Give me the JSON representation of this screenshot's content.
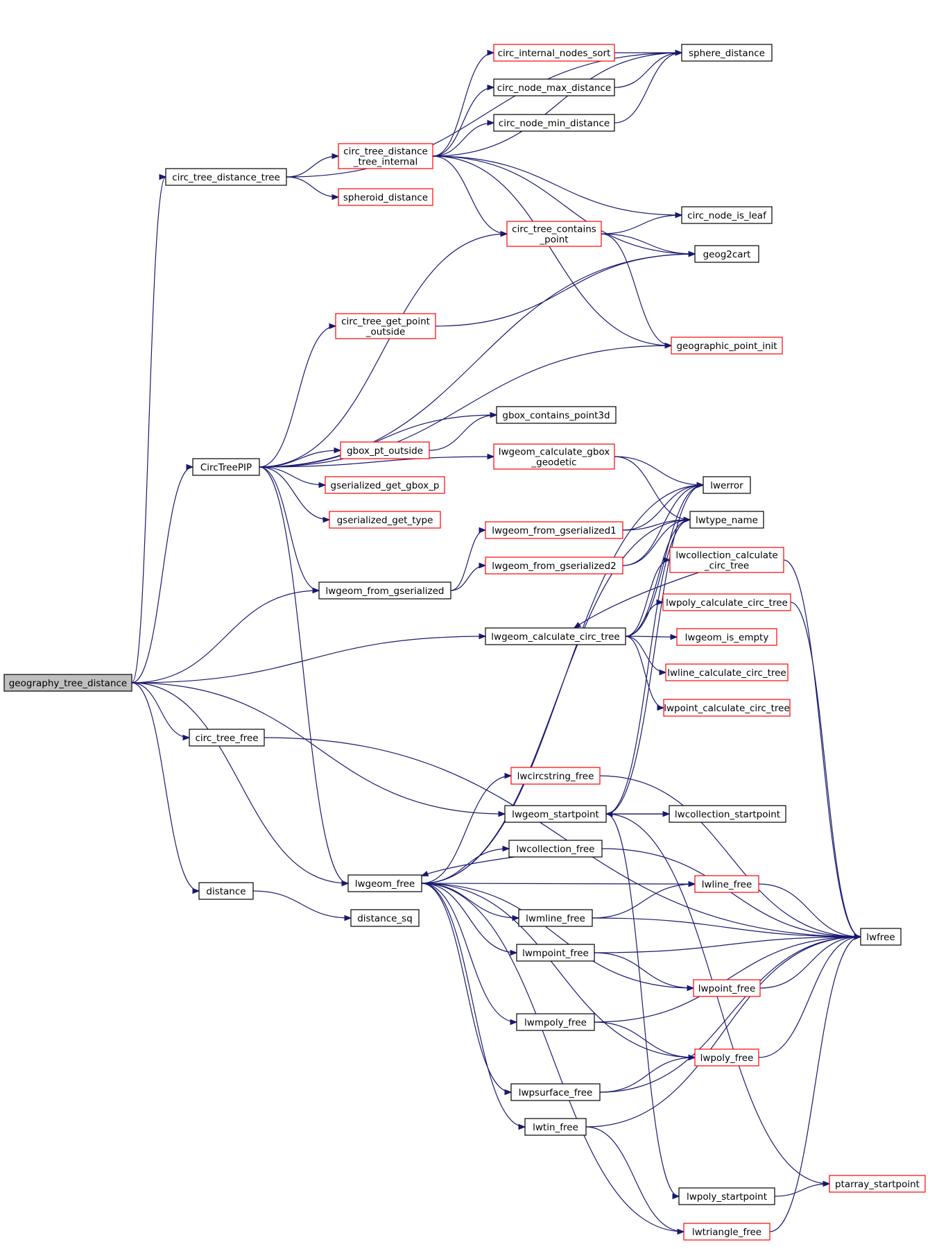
{
  "graph": {
    "colors": {
      "edge": "#191970",
      "node_border_default": "#000000",
      "node_border_truncated": "#ff0000",
      "root_fill": "#bfbfbf",
      "node_fill": "#ffffff"
    },
    "nodes": [
      {
        "id": "geography_tree_distance",
        "lines": [
          "geography_tree_distance"
        ],
        "kind": "root"
      },
      {
        "id": "circ_tree_distance_tree",
        "lines": [
          "circ_tree_distance_tree"
        ],
        "kind": "normal"
      },
      {
        "id": "CircTreePIP",
        "lines": [
          "CircTreePIP"
        ],
        "kind": "normal"
      },
      {
        "id": "lwgeom_from_gserialized",
        "lines": [
          "lwgeom_from_gserialized"
        ],
        "kind": "normal"
      },
      {
        "id": "circ_tree_free",
        "lines": [
          "circ_tree_free"
        ],
        "kind": "normal"
      },
      {
        "id": "distance",
        "lines": [
          "distance"
        ],
        "kind": "normal"
      },
      {
        "id": "lwgeom_free",
        "lines": [
          "lwgeom_free"
        ],
        "kind": "normal"
      },
      {
        "id": "distance_sq",
        "lines": [
          "distance_sq"
        ],
        "kind": "normal"
      },
      {
        "id": "circ_tree_distance_tree_internal",
        "lines": [
          "circ_tree_distance",
          "_tree_internal"
        ],
        "kind": "truncated"
      },
      {
        "id": "spheroid_distance",
        "lines": [
          "spheroid_distance"
        ],
        "kind": "truncated"
      },
      {
        "id": "circ_tree_get_point_outside",
        "lines": [
          "circ_tree_get_point",
          "_outside"
        ],
        "kind": "truncated"
      },
      {
        "id": "gbox_pt_outside",
        "lines": [
          "gbox_pt_outside"
        ],
        "kind": "truncated"
      },
      {
        "id": "gserialized_get_gbox_p",
        "lines": [
          "gserialized_get_gbox_p"
        ],
        "kind": "truncated"
      },
      {
        "id": "gserialized_get_type",
        "lines": [
          "gserialized_get_type"
        ],
        "kind": "truncated"
      },
      {
        "id": "circ_internal_nodes_sort",
        "lines": [
          "circ_internal_nodes_sort"
        ],
        "kind": "truncated"
      },
      {
        "id": "circ_node_max_distance",
        "lines": [
          "circ_node_max_distance"
        ],
        "kind": "normal"
      },
      {
        "id": "circ_node_min_distance",
        "lines": [
          "circ_node_min_distance"
        ],
        "kind": "normal"
      },
      {
        "id": "circ_tree_contains_point",
        "lines": [
          "circ_tree_contains",
          "_point"
        ],
        "kind": "truncated"
      },
      {
        "id": "gbox_contains_point3d",
        "lines": [
          "gbox_contains_point3d"
        ],
        "kind": "normal"
      },
      {
        "id": "lwgeom_calculate_gbox_geodetic",
        "lines": [
          "lwgeom_calculate_gbox",
          "_geodetic"
        ],
        "kind": "truncated"
      },
      {
        "id": "lwgeom_from_gserialized1",
        "lines": [
          "lwgeom_from_gserialized1"
        ],
        "kind": "truncated"
      },
      {
        "id": "lwgeom_from_gserialized2",
        "lines": [
          "lwgeom_from_gserialized2"
        ],
        "kind": "truncated"
      },
      {
        "id": "lwgeom_calculate_circ_tree",
        "lines": [
          "lwgeom_calculate_circ_tree"
        ],
        "kind": "normal"
      },
      {
        "id": "lwcircstring_free",
        "lines": [
          "lwcircstring_free"
        ],
        "kind": "truncated"
      },
      {
        "id": "lwgeom_startpoint",
        "lines": [
          "lwgeom_startpoint"
        ],
        "kind": "normal"
      },
      {
        "id": "lwcollection_free",
        "lines": [
          "lwcollection_free"
        ],
        "kind": "normal"
      },
      {
        "id": "lwmline_free",
        "lines": [
          "lwmline_free"
        ],
        "kind": "normal"
      },
      {
        "id": "lwmpoint_free",
        "lines": [
          "lwmpoint_free"
        ],
        "kind": "normal"
      },
      {
        "id": "lwmpoly_free",
        "lines": [
          "lwmpoly_free"
        ],
        "kind": "normal"
      },
      {
        "id": "lwpsurface_free",
        "lines": [
          "lwpsurface_free"
        ],
        "kind": "normal"
      },
      {
        "id": "lwtin_free",
        "lines": [
          "lwtin_free"
        ],
        "kind": "normal"
      },
      {
        "id": "sphere_distance",
        "lines": [
          "sphere_distance"
        ],
        "kind": "normal"
      },
      {
        "id": "circ_node_is_leaf",
        "lines": [
          "circ_node_is_leaf"
        ],
        "kind": "normal"
      },
      {
        "id": "geog2cart",
        "lines": [
          "geog2cart"
        ],
        "kind": "normal"
      },
      {
        "id": "geographic_point_init",
        "lines": [
          "geographic_point_init"
        ],
        "kind": "truncated"
      },
      {
        "id": "lwerror",
        "lines": [
          "lwerror"
        ],
        "kind": "normal"
      },
      {
        "id": "lwtype_name",
        "lines": [
          "lwtype_name"
        ],
        "kind": "normal"
      },
      {
        "id": "lwcollection_calculate_circ_tree",
        "lines": [
          "lwcollection_calculate",
          "_circ_tree"
        ],
        "kind": "truncated"
      },
      {
        "id": "lwpoly_calculate_circ_tree",
        "lines": [
          "lwpoly_calculate_circ_tree"
        ],
        "kind": "truncated"
      },
      {
        "id": "lwgeom_is_empty",
        "lines": [
          "lwgeom_is_empty"
        ],
        "kind": "truncated"
      },
      {
        "id": "lwline_calculate_circ_tree",
        "lines": [
          "lwline_calculate_circ_tree"
        ],
        "kind": "truncated"
      },
      {
        "id": "lwpoint_calculate_circ_tree",
        "lines": [
          "lwpoint_calculate_circ_tree"
        ],
        "kind": "truncated"
      },
      {
        "id": "lwcollection_startpoint",
        "lines": [
          "lwcollection_startpoint"
        ],
        "kind": "normal"
      },
      {
        "id": "lwline_free",
        "lines": [
          "lwline_free"
        ],
        "kind": "truncated"
      },
      {
        "id": "lwpoint_free",
        "lines": [
          "lwpoint_free"
        ],
        "kind": "truncated"
      },
      {
        "id": "lwpoly_free",
        "lines": [
          "lwpoly_free"
        ],
        "kind": "truncated"
      },
      {
        "id": "lwpoly_startpoint",
        "lines": [
          "lwpoly_startpoint"
        ],
        "kind": "normal"
      },
      {
        "id": "lwtriangle_free",
        "lines": [
          "lwtriangle_free"
        ],
        "kind": "truncated"
      },
      {
        "id": "lwfree",
        "lines": [
          "lwfree"
        ],
        "kind": "normal"
      },
      {
        "id": "ptarray_startpoint",
        "lines": [
          "ptarray_startpoint"
        ],
        "kind": "truncated"
      }
    ],
    "edges": [
      [
        "geography_tree_distance",
        "circ_tree_distance_tree"
      ],
      [
        "geography_tree_distance",
        "CircTreePIP"
      ],
      [
        "geography_tree_distance",
        "lwgeom_from_gserialized"
      ],
      [
        "geography_tree_distance",
        "lwgeom_calculate_circ_tree"
      ],
      [
        "geography_tree_distance",
        "circ_tree_free"
      ],
      [
        "geography_tree_distance",
        "lwgeom_startpoint"
      ],
      [
        "geography_tree_distance",
        "distance"
      ],
      [
        "geography_tree_distance",
        "lwgeom_free"
      ],
      [
        "circ_tree_distance_tree",
        "sphere_distance"
      ],
      [
        "circ_tree_distance_tree",
        "circ_tree_distance_tree_internal"
      ],
      [
        "circ_tree_distance_tree",
        "spheroid_distance"
      ],
      [
        "circ_tree_distance_tree_internal",
        "sphere_distance"
      ],
      [
        "circ_tree_distance_tree_internal",
        "circ_internal_nodes_sort"
      ],
      [
        "circ_tree_distance_tree_internal",
        "circ_node_max_distance"
      ],
      [
        "circ_tree_distance_tree_internal",
        "circ_node_min_distance"
      ],
      [
        "circ_tree_distance_tree_internal",
        "circ_node_is_leaf"
      ],
      [
        "circ_tree_distance_tree_internal",
        "circ_tree_contains_point"
      ],
      [
        "circ_tree_distance_tree_internal",
        "geog2cart"
      ],
      [
        "circ_tree_distance_tree_internal",
        "geographic_point_init"
      ],
      [
        "circ_internal_nodes_sort",
        "sphere_distance"
      ],
      [
        "circ_node_max_distance",
        "sphere_distance"
      ],
      [
        "circ_node_min_distance",
        "sphere_distance"
      ],
      [
        "circ_tree_contains_point",
        "circ_node_is_leaf"
      ],
      [
        "circ_tree_contains_point",
        "geog2cart"
      ],
      [
        "circ_tree_contains_point",
        "geographic_point_init"
      ],
      [
        "CircTreePIP",
        "circ_tree_contains_point"
      ],
      [
        "CircTreePIP",
        "geog2cart"
      ],
      [
        "CircTreePIP",
        "circ_tree_get_point_outside"
      ],
      [
        "CircTreePIP",
        "geographic_point_init"
      ],
      [
        "CircTreePIP",
        "gbox_contains_point3d"
      ],
      [
        "CircTreePIP",
        "gbox_pt_outside"
      ],
      [
        "CircTreePIP",
        "gserialized_get_gbox_p"
      ],
      [
        "CircTreePIP",
        "gserialized_get_type"
      ],
      [
        "CircTreePIP",
        "lwgeom_calculate_gbox_geodetic"
      ],
      [
        "CircTreePIP",
        "lwgeom_from_gserialized"
      ],
      [
        "CircTreePIP",
        "lwgeom_free"
      ],
      [
        "circ_tree_get_point_outside",
        "geog2cart"
      ],
      [
        "gbox_pt_outside",
        "gbox_contains_point3d"
      ],
      [
        "lwgeom_calculate_gbox_geodetic",
        "lwerror"
      ],
      [
        "lwgeom_calculate_gbox_geodetic",
        "lwtype_name"
      ],
      [
        "lwgeom_from_gserialized",
        "lwgeom_from_gserialized1"
      ],
      [
        "lwgeom_from_gserialized",
        "lwgeom_from_gserialized2"
      ],
      [
        "lwgeom_from_gserialized1",
        "lwerror"
      ],
      [
        "lwgeom_from_gserialized1",
        "lwtype_name"
      ],
      [
        "lwgeom_from_gserialized2",
        "lwerror"
      ],
      [
        "lwgeom_from_gserialized2",
        "lwtype_name"
      ],
      [
        "lwgeom_calculate_circ_tree",
        "lwcollection_calculate_circ_tree"
      ],
      [
        "lwgeom_calculate_circ_tree",
        "lwpoly_calculate_circ_tree"
      ],
      [
        "lwgeom_calculate_circ_tree",
        "lwgeom_is_empty"
      ],
      [
        "lwgeom_calculate_circ_tree",
        "lwline_calculate_circ_tree"
      ],
      [
        "lwgeom_calculate_circ_tree",
        "lwpoint_calculate_circ_tree"
      ],
      [
        "lwgeom_calculate_circ_tree",
        "lwerror"
      ],
      [
        "lwgeom_calculate_circ_tree",
        "lwtype_name"
      ],
      [
        "lwcollection_calculate_circ_tree",
        "lwgeom_calculate_circ_tree"
      ],
      [
        "lwcollection_calculate_circ_tree",
        "lwfree"
      ],
      [
        "lwpoly_calculate_circ_tree",
        "lwfree"
      ],
      [
        "circ_tree_free",
        "lwfree"
      ],
      [
        "lwgeom_startpoint",
        "lwcollection_startpoint"
      ],
      [
        "lwgeom_startpoint",
        "lwerror"
      ],
      [
        "lwgeom_startpoint",
        "lwtype_name"
      ],
      [
        "lwgeom_startpoint",
        "lwpoly_startpoint"
      ],
      [
        "lwgeom_startpoint",
        "ptarray_startpoint"
      ],
      [
        "lwcollection_startpoint",
        "lwgeom_startpoint"
      ],
      [
        "distance",
        "distance_sq"
      ],
      [
        "lwgeom_free",
        "lwerror"
      ],
      [
        "lwgeom_free",
        "lwtype_name"
      ],
      [
        "lwgeom_free",
        "lwcircstring_free"
      ],
      [
        "lwgeom_free",
        "lwcollection_free"
      ],
      [
        "lwgeom_free",
        "lwline_free"
      ],
      [
        "lwgeom_free",
        "lwmline_free"
      ],
      [
        "lwgeom_free",
        "lwmpoint_free"
      ],
      [
        "lwgeom_free",
        "lwpoint_free"
      ],
      [
        "lwgeom_free",
        "lwmpoly_free"
      ],
      [
        "lwgeom_free",
        "lwpoly_free"
      ],
      [
        "lwgeom_free",
        "lwpsurface_free"
      ],
      [
        "lwgeom_free",
        "lwtin_free"
      ],
      [
        "lwgeom_free",
        "lwtriangle_free"
      ],
      [
        "lwcircstring_free",
        "lwfree"
      ],
      [
        "lwcollection_free",
        "lwgeom_free"
      ],
      [
        "lwcollection_free",
        "lwfree"
      ],
      [
        "lwline_free",
        "lwfree"
      ],
      [
        "lwmline_free",
        "lwline_free"
      ],
      [
        "lwmline_free",
        "lwfree"
      ],
      [
        "lwmpoint_free",
        "lwpoint_free"
      ],
      [
        "lwmpoint_free",
        "lwfree"
      ],
      [
        "lwpoint_free",
        "lwfree"
      ],
      [
        "lwmpoly_free",
        "lwpoly_free"
      ],
      [
        "lwmpoly_free",
        "lwfree"
      ],
      [
        "lwpoly_free",
        "lwfree"
      ],
      [
        "lwpsurface_free",
        "lwpoly_free"
      ],
      [
        "lwpsurface_free",
        "lwfree"
      ],
      [
        "lwtin_free",
        "lwtriangle_free"
      ],
      [
        "lwtin_free",
        "lwfree"
      ],
      [
        "lwtriangle_free",
        "lwfree"
      ],
      [
        "lwpoly_startpoint",
        "ptarray_startpoint"
      ]
    ]
  }
}
